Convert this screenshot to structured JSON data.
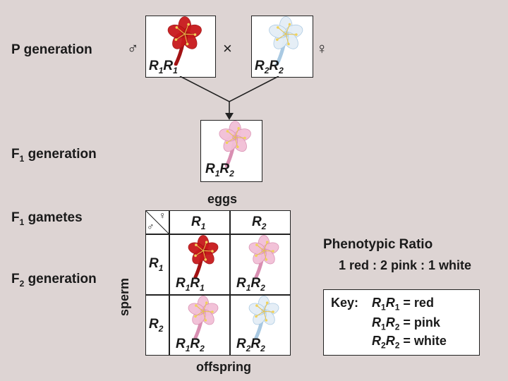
{
  "labels": {
    "p_generation": "P generation",
    "f1_generation_prefix": "F",
    "f1_generation_sub": "1",
    "f1_generation_suffix": " generation",
    "f1_gametes_prefix": "F",
    "f1_gametes_sub": "1",
    "f1_gametes_suffix": " gametes",
    "f2_generation_prefix": "F",
    "f2_generation_sub": "2",
    "f2_generation_suffix": " generation",
    "eggs": "eggs",
    "sperm": "sperm",
    "offspring": "offspring",
    "cross": "×",
    "male": "♂",
    "female": "♀"
  },
  "parents": [
    {
      "allele1": "R",
      "sub1": "1",
      "allele2": "R",
      "sub2": "1",
      "color": "red"
    },
    {
      "allele1": "R",
      "sub1": "2",
      "allele2": "R",
      "sub2": "2",
      "color": "white"
    }
  ],
  "f1": {
    "allele1": "R",
    "sub1": "1",
    "allele2": "R",
    "sub2": "2",
    "color": "pink"
  },
  "punnett": {
    "egg_alleles": [
      {
        "a": "R",
        "s": "1"
      },
      {
        "a": "R",
        "s": "2"
      }
    ],
    "sperm_alleles": [
      {
        "a": "R",
        "s": "1"
      },
      {
        "a": "R",
        "s": "2"
      }
    ],
    "cells": [
      {
        "a1": "R",
        "s1": "1",
        "a2": "R",
        "s2": "1",
        "color": "red"
      },
      {
        "a1": "R",
        "s1": "1",
        "a2": "R",
        "s2": "2",
        "color": "pink"
      },
      {
        "a1": "R",
        "s1": "1",
        "a2": "R",
        "s2": "2",
        "color": "pink"
      },
      {
        "a1": "R",
        "s1": "2",
        "a2": "R",
        "s2": "2",
        "color": "white"
      }
    ]
  },
  "phenotypic_ratio": {
    "title": "Phenotypic Ratio",
    "value": "1 red : 2 pink : 1 white"
  },
  "key": {
    "title": "Key:",
    "rows": [
      {
        "a1": "R",
        "s1": "1",
        "a2": "R",
        "s2": "1",
        "eq": "=",
        "phenotype": "red"
      },
      {
        "a1": "R",
        "s1": "1",
        "a2": "R",
        "s2": "2",
        "eq": "=",
        "phenotype": "pink"
      },
      {
        "a1": "R",
        "s1": "2",
        "a2": "R",
        "s2": "2",
        "eq": "=",
        "phenotype": "white"
      }
    ]
  },
  "colors": {
    "background": "#ddd4d3",
    "red": "#c8191c",
    "pink": "#f2bfd6",
    "white": "#e4eef6",
    "stem_red": "#a31214",
    "stem_pink": "#d98fb2",
    "stem_white": "#a9c9e2"
  }
}
